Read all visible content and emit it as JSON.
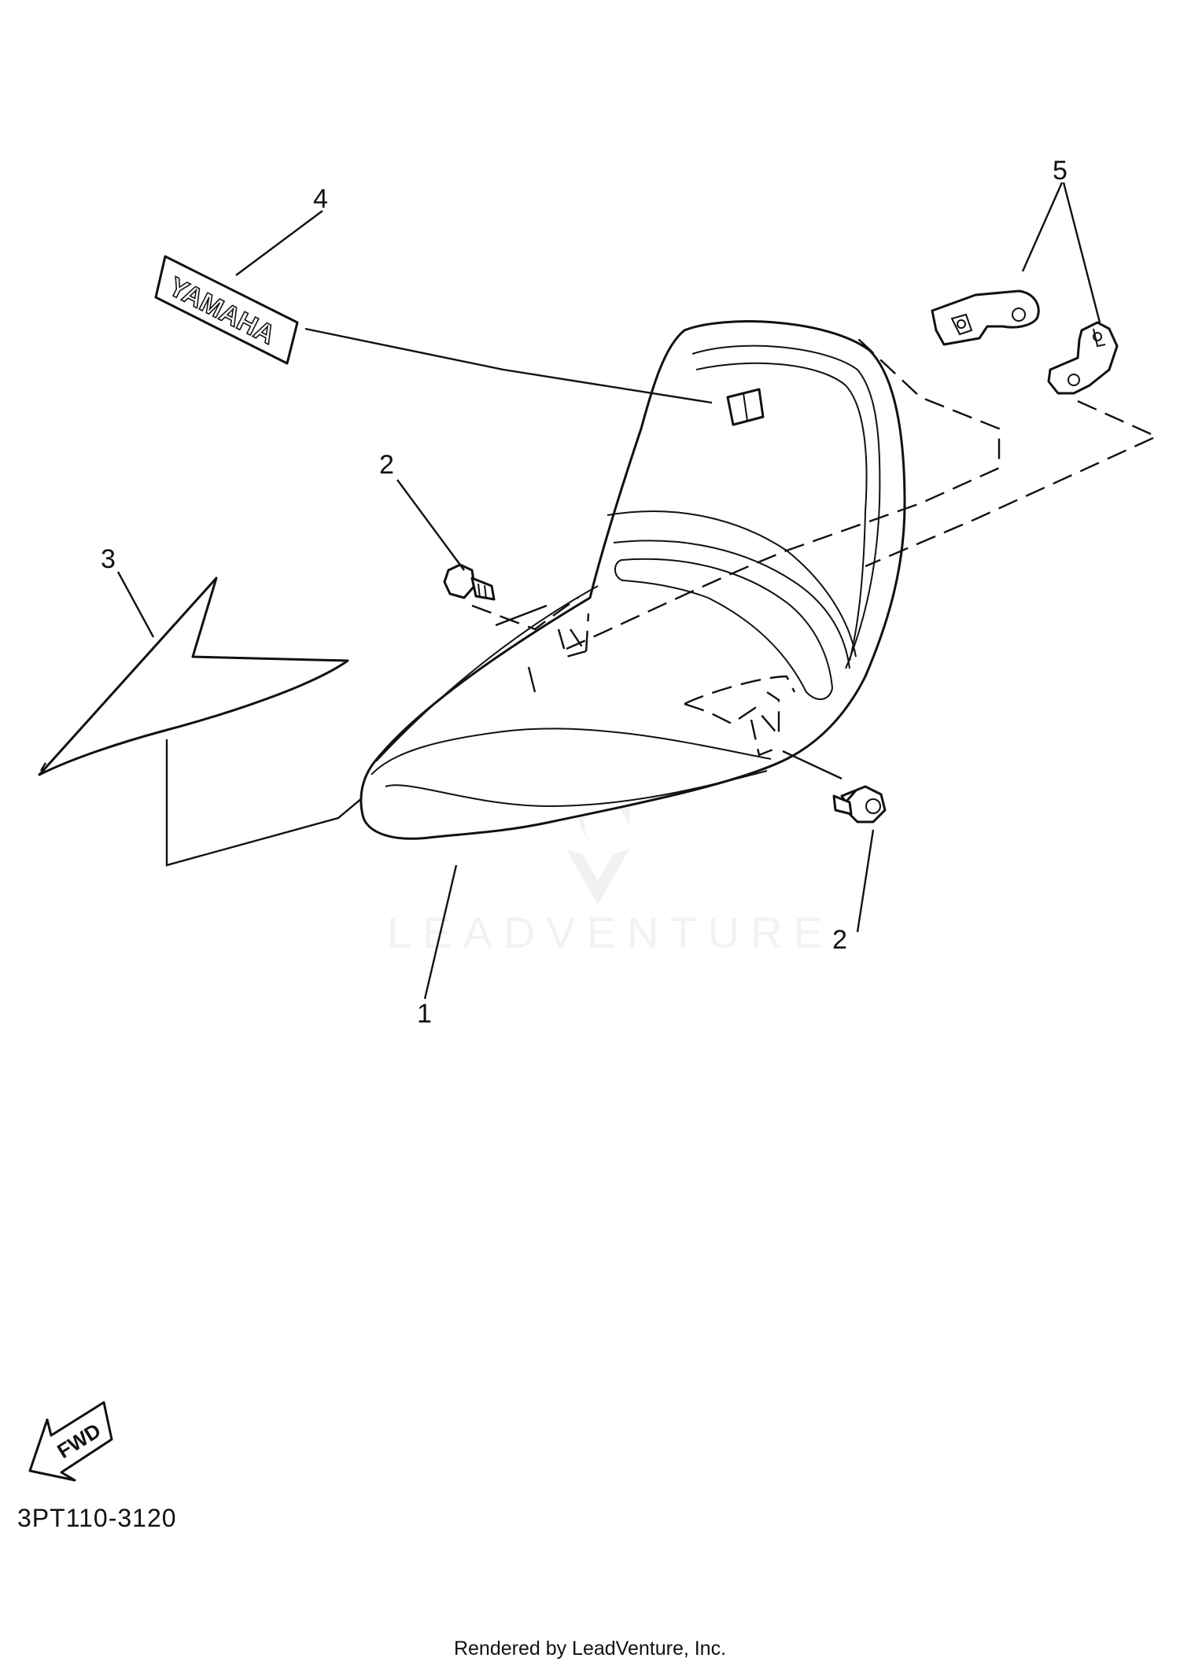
{
  "callouts": {
    "c1": "1",
    "c2a": "2",
    "c2b": "2",
    "c3": "3",
    "c4": "4",
    "c5": "5"
  },
  "decal_text": "YAMAHA",
  "fwd_text": "FWD",
  "diagram_code": "3PT110-3120",
  "watermark": "LEADVENTURE",
  "footer": "Rendered by LeadVenture, Inc."
}
